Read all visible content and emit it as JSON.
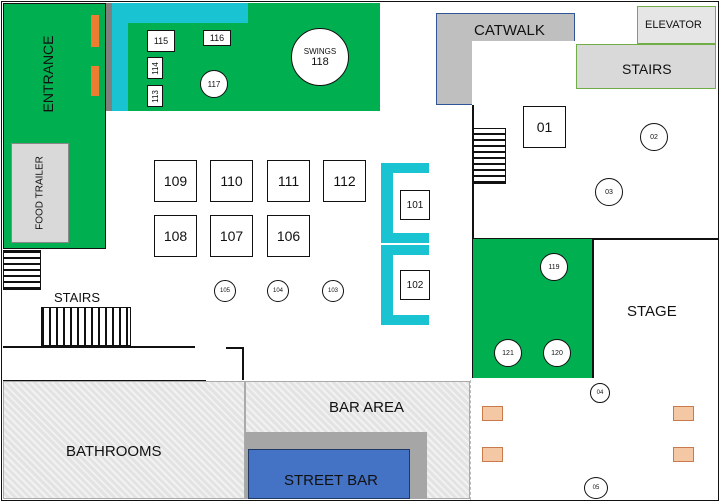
{
  "areas": {
    "entrance": "ENTRANCE",
    "food_trailer": "FOOD TRAILER",
    "stairs_left": "STAIRS",
    "catwalk": "CATWALK",
    "elevator": "ELEVATOR",
    "stairs_right": "STAIRS",
    "stage": "STAGE",
    "bar_area": "BAR AREA",
    "bathrooms": "BATHROOMS",
    "street_bar": "STREET BAR"
  },
  "swings": {
    "name": "SWINGS",
    "number": "118"
  },
  "seats": {
    "s115": "115",
    "s116": "116",
    "s114": "114",
    "s113": "113",
    "s117": "117",
    "s109": "109",
    "s110": "110",
    "s111": "111",
    "s112": "112",
    "s108": "108",
    "s107": "107",
    "s106": "106",
    "s105": "105",
    "s104": "104",
    "s103": "103",
    "s101": "101",
    "s102": "102",
    "s01": "01",
    "s02": "02",
    "s03": "03",
    "s119": "119",
    "s121": "121",
    "s120": "120",
    "s04": "04",
    "s05": "05"
  },
  "colors": {
    "green": "#00b050",
    "cyan": "#19c3d1",
    "street_bar": "#4472c4",
    "table_orange": "#f4c7a5"
  }
}
